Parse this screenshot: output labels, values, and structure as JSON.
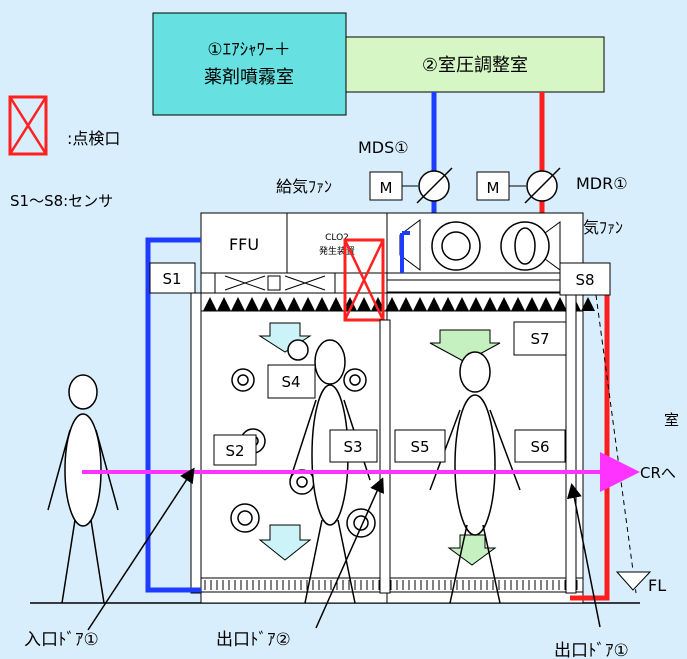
{
  "rooms": {
    "air_shower": {
      "line1": "①ｴｱｼｬﾜｰ＋",
      "line2": "薬剤噴霧室"
    },
    "pressure_room": "②室圧調整室"
  },
  "legend": {
    "inspection_port": ":点検口",
    "sensors": "S1～S8:センサ"
  },
  "equipment": {
    "mds": "MDS①",
    "mdr": "MDR①",
    "supply_fan": "給気ﾌｧﾝ",
    "exhaust_fan": "排気ﾌｧﾝ",
    "motor": "M",
    "ffu": "FFU",
    "clo2_line1": "CLO2",
    "clo2_line2": "発生装置"
  },
  "sensors": [
    "S1",
    "S2",
    "S3",
    "S4",
    "S5",
    "S6",
    "S7",
    "S8"
  ],
  "doors": {
    "entrance": "入口ﾄﾞｱ①",
    "exit2": "出口ﾄﾞｱ②",
    "exit1": "出口ﾄﾞｱ①"
  },
  "labels": {
    "cr": "CRへ",
    "floor": "FL",
    "room_partial": "室"
  },
  "colors": {
    "background": "#d9eefc",
    "room_box": "#66e0e0",
    "pressure_box": "#d6f7c5",
    "supply_duct": "#1e3cff",
    "exhaust_duct": "#ff1e1e",
    "flow_arrow": "#ff33ff",
    "inspection_port": "#ff2020"
  }
}
